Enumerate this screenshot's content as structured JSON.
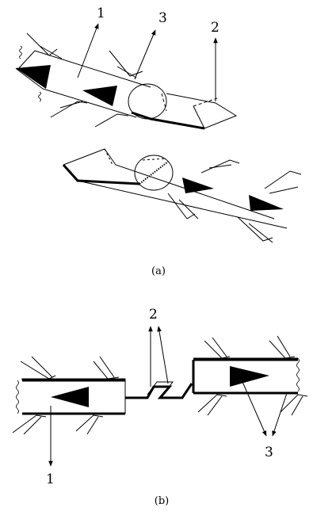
{
  "panel_a": {
    "caption": "(a)",
    "labels": {
      "l1": "1",
      "l2": "2",
      "l3": "3"
    }
  },
  "panel_b": {
    "caption": "(b)",
    "labels": {
      "l1": "1",
      "l2": "2",
      "l3": "3"
    }
  }
}
